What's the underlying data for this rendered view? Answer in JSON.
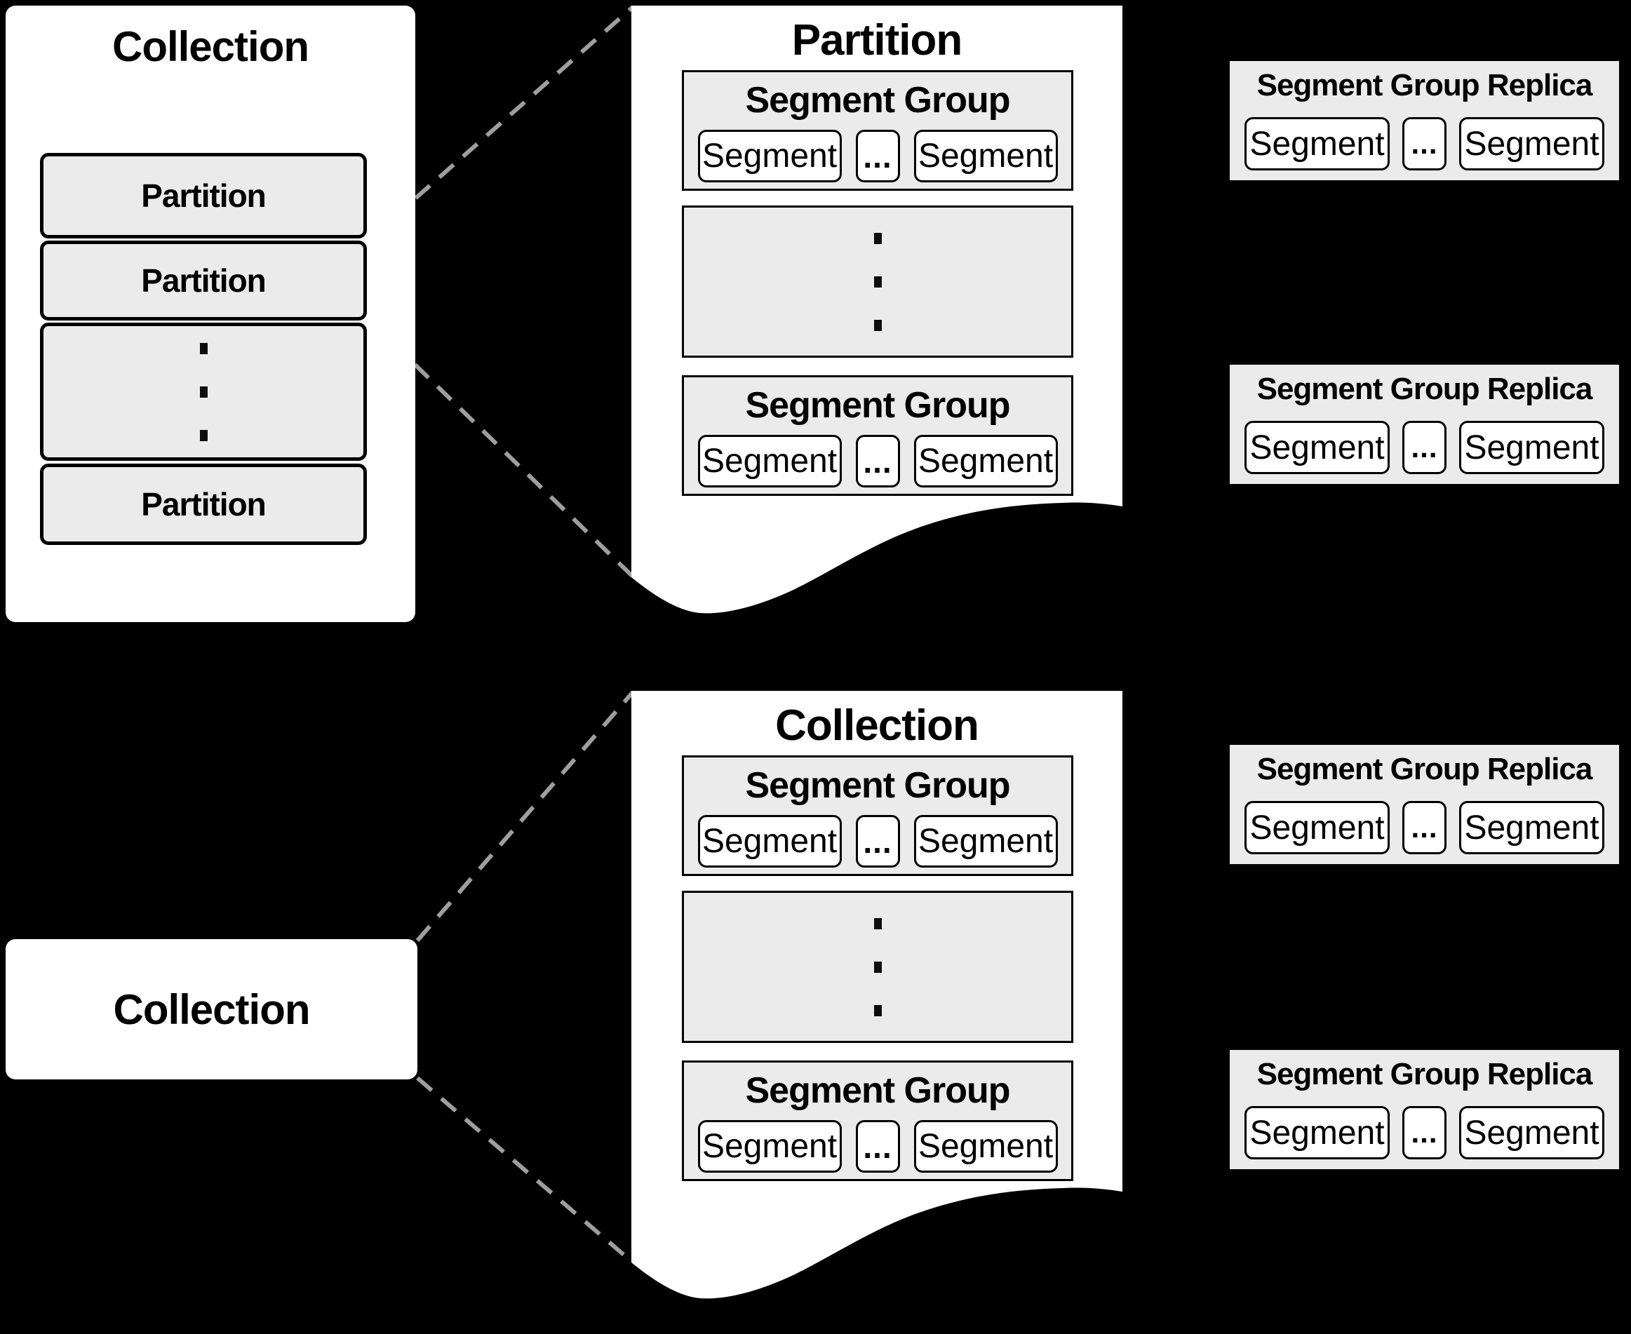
{
  "colors": {
    "background": "#000000",
    "panel": "#ffffff",
    "box_fill": "#ebebeb",
    "border": "#000000",
    "dashed_line": "#9e9e9e"
  },
  "collection_panel": {
    "title": "Collection",
    "partitions": [
      {
        "label": "Partition"
      },
      {
        "label": "Partition"
      },
      {
        "label": "Partition"
      }
    ]
  },
  "collection_card": {
    "title": "Collection"
  },
  "partition_document": {
    "title": "Partition",
    "segment_groups": [
      {
        "title": "Segment Group",
        "ellipsis": "...",
        "segments": [
          {
            "label": "Segment"
          },
          {
            "label": "Segment"
          }
        ]
      },
      {
        "title": "Segment Group",
        "ellipsis": "...",
        "segments": [
          {
            "label": "Segment"
          },
          {
            "label": "Segment"
          }
        ]
      }
    ]
  },
  "collection_document": {
    "title": "Collection",
    "segment_groups": [
      {
        "title": "Segment Group",
        "ellipsis": "...",
        "segments": [
          {
            "label": "Segment"
          },
          {
            "label": "Segment"
          }
        ]
      },
      {
        "title": "Segment Group",
        "ellipsis": "...",
        "segments": [
          {
            "label": "Segment"
          },
          {
            "label": "Segment"
          }
        ]
      }
    ]
  },
  "replicas": [
    {
      "title": "Segment Group Replica",
      "ellipsis": "...",
      "segments": [
        {
          "label": "Segment"
        },
        {
          "label": "Segment"
        }
      ]
    },
    {
      "title": "Segment Group Replica",
      "ellipsis": "...",
      "segments": [
        {
          "label": "Segment"
        },
        {
          "label": "Segment"
        }
      ]
    },
    {
      "title": "Segment Group Replica",
      "ellipsis": "...",
      "segments": [
        {
          "label": "Segment"
        },
        {
          "label": "Segment"
        }
      ]
    },
    {
      "title": "Segment Group Replica",
      "ellipsis": "...",
      "segments": [
        {
          "label": "Segment"
        },
        {
          "label": "Segment"
        }
      ]
    }
  ]
}
